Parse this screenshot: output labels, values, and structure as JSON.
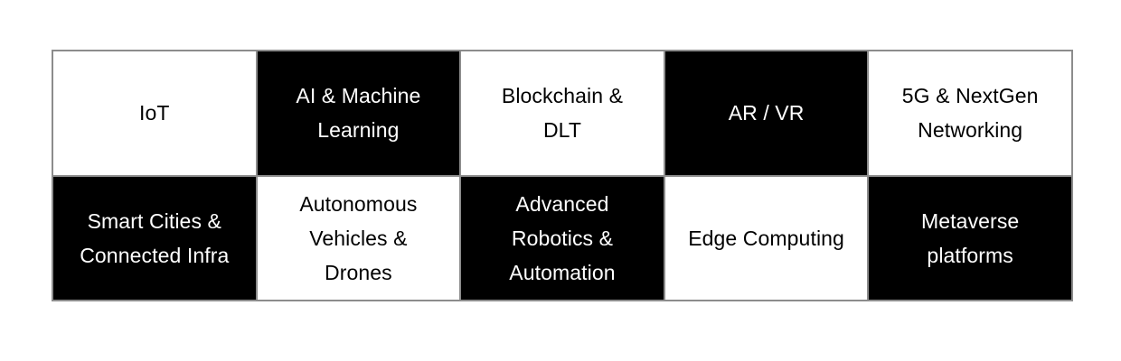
{
  "diagram": {
    "type": "checkerboard-matrix",
    "title": "",
    "colors": {
      "background": "#ffffff",
      "cell_dark": "#000000",
      "cell_light": "#ffffff",
      "text_on_dark": "#ffffff",
      "text_on_light": "#000000",
      "grid_border": "#8c8c8c"
    },
    "rows": [
      {
        "cells": [
          {
            "label": "IoT",
            "fill": "light"
          },
          {
            "label": "AI & Machine\nLearning",
            "fill": "dark"
          },
          {
            "label": "Blockchain &\nDLT",
            "fill": "light"
          },
          {
            "label": "AR / VR",
            "fill": "dark"
          },
          {
            "label": "5G & NextGen\nNetworking",
            "fill": "light"
          }
        ]
      },
      {
        "cells": [
          {
            "label": "Smart Cities &\nConnected Infra",
            "fill": "dark"
          },
          {
            "label": "Autonomous\nVehicles &\nDrones",
            "fill": "light"
          },
          {
            "label": "Advanced\nRobotics &\nAutomation",
            "fill": "dark"
          },
          {
            "label": "Edge Computing",
            "fill": "light"
          },
          {
            "label": "Metaverse\nplatforms",
            "fill": "dark"
          }
        ]
      }
    ]
  }
}
